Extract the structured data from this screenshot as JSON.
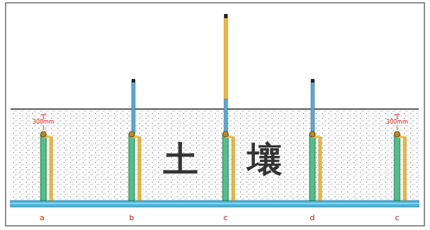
{
  "diagram": {
    "labels": [
      "300mm",
      "300mm",
      "土",
      "壤",
      "a",
      "b",
      "c",
      "d",
      "c"
    ]
  }
}
